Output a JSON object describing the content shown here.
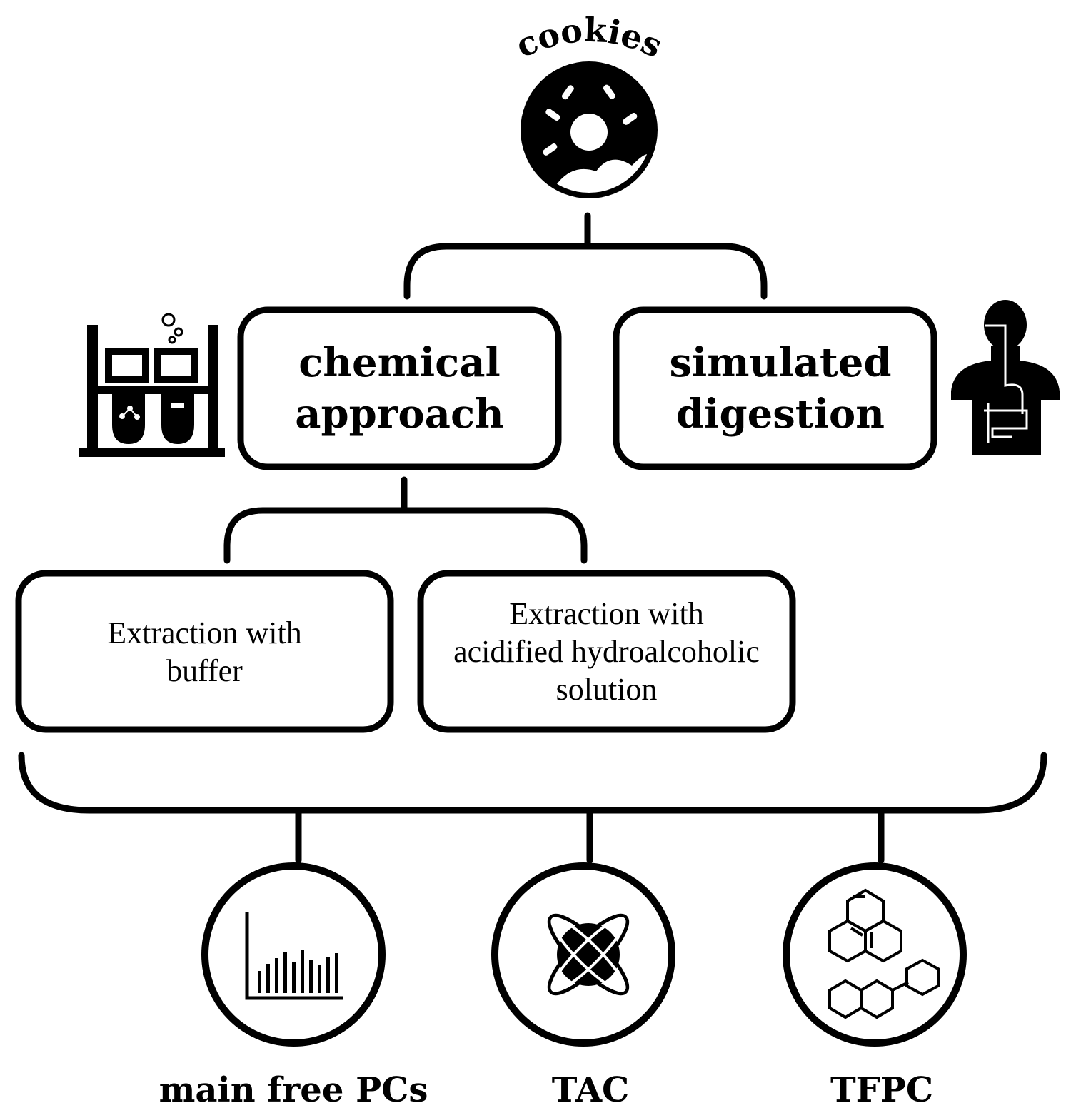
{
  "top": {
    "title": "cookies"
  },
  "approaches": {
    "chemical": {
      "line1": "chemical",
      "line2": "approach"
    },
    "digestion": {
      "line1": "simulated",
      "line2": "digestion"
    }
  },
  "extractions": {
    "buffer": {
      "line1": "Extraction with",
      "line2": "buffer"
    },
    "acid": {
      "line1": "Extraction with",
      "line2": "acidified hydroalcoholic",
      "line3": "solution"
    }
  },
  "outputs": [
    {
      "label": "main free PCs",
      "icon": "bar-chart-icon"
    },
    {
      "label": "TAC",
      "icon": "antioxidant-atom-icon"
    },
    {
      "label": "TFPC",
      "icon": "polyphenol-structure-icon"
    }
  ],
  "icons": {
    "top": "cookie-icon",
    "left": "test-tubes-icon",
    "right": "digestive-system-icon"
  },
  "colors": {
    "stroke": "#000000",
    "background": "#ffffff"
  }
}
